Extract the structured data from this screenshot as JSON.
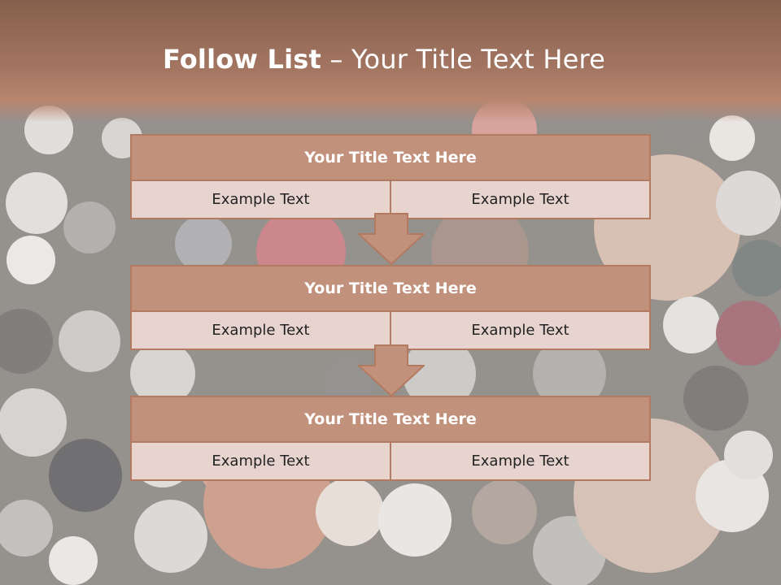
{
  "slide": {
    "title_bold": "Follow List",
    "title_rest": " – Your Title Text Here"
  },
  "steps": [
    {
      "title": "Your Title Text Here",
      "left": "Example Text",
      "right": "Example Text"
    },
    {
      "title": "Your Title Text Here",
      "left": "Example Text",
      "right": "Example Text"
    },
    {
      "title": "Your Title Text Here",
      "left": "Example Text",
      "right": "Example Text"
    }
  ],
  "colors": {
    "header": "#a27561",
    "box_head": "#c2917c",
    "box_body": "#e7d4cf",
    "border": "#b27a60"
  }
}
